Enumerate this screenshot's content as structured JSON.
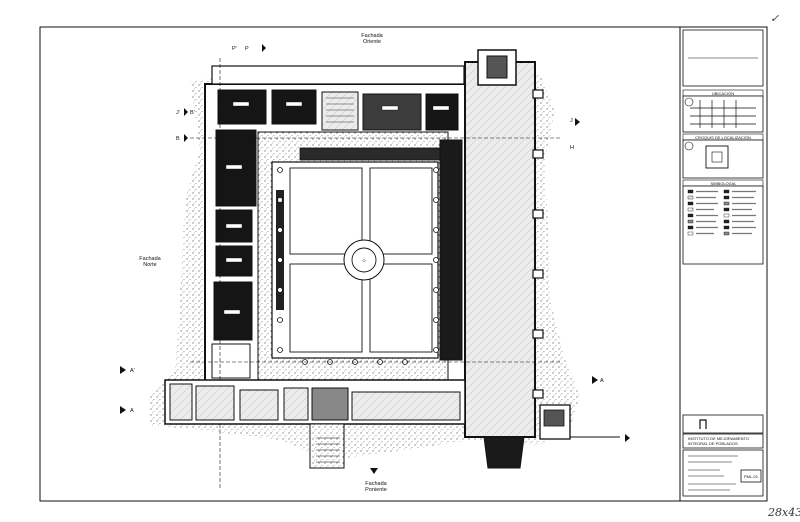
{
  "facades": {
    "east": [
      "Fachada",
      "Oriente"
    ],
    "north": [
      "Fachada",
      "Norte"
    ],
    "west": [
      "Fachada",
      "Poniente"
    ]
  },
  "section_marks": {
    "top": [
      "P'",
      "P"
    ],
    "left": [
      "J'",
      "B'",
      "B"
    ],
    "right": [
      "J",
      "H"
    ],
    "bottom_left": [
      "A'",
      "A"
    ],
    "bottom_right": [
      "A"
    ]
  },
  "title_block": {
    "ubicacion_heading": "UBICACIÓN",
    "croquis_heading": "CROQUIS DE LOCALIZACIÓN",
    "simbologia_heading": "SIMBOLOGIA",
    "institution": [
      "INSTITUTO DE MEJORAMIENTO",
      "INTEGRAL DE POBLADOS"
    ],
    "sheet_code": "PML-01"
  },
  "handwriting": {
    "corner_note": "28x43",
    "check_mark": "✓"
  }
}
